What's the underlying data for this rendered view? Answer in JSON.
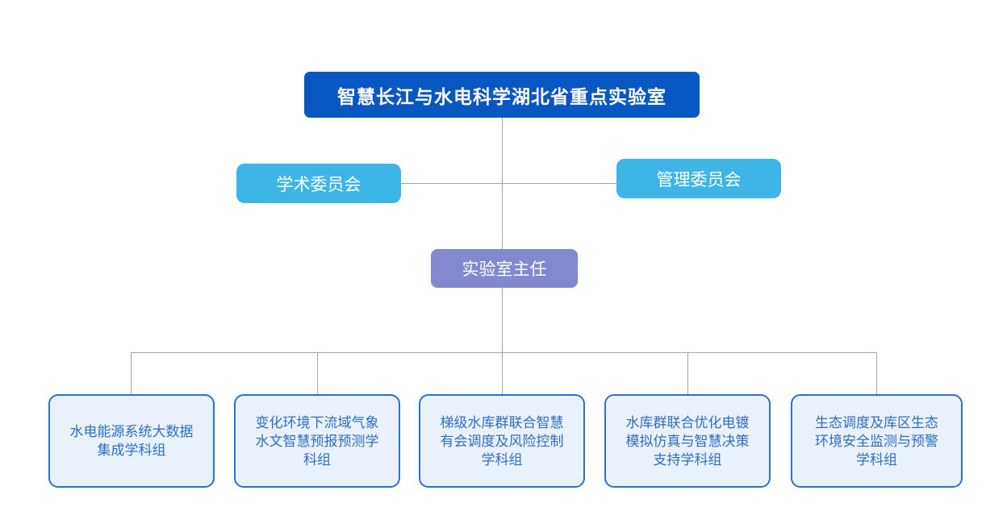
{
  "org_chart": {
    "root": {
      "label": "智慧长江与水电科学湖北省重点实验室"
    },
    "committees": [
      {
        "label": "学术委员会"
      },
      {
        "label": "管理委员会"
      }
    ],
    "director": {
      "label": "实验室主任"
    },
    "groups": [
      {
        "label": "水电能源系统大数据\n集成学科组"
      },
      {
        "label": "变化环境下流域气象\n水文智慧预报预测学\n科组"
      },
      {
        "label": "梯级水库群联合智慧\n有会调度及风险控制\n学科组"
      },
      {
        "label": "水库群联合优化电镀\n模拟仿真与智慧决策\n支持学科组"
      },
      {
        "label": "生态调度及库区生态\n环境安全监测与预警\n学科组"
      }
    ],
    "colors": {
      "root_bg": "#0857c2",
      "committee_bg": "#3eb5e7",
      "director_bg": "#8289ce",
      "group_bg": "#e9f2fc",
      "group_border": "#2e6fd0",
      "group_text": "#2e6fc4",
      "connector": "#a6a6a6",
      "node_text": "#ffffff",
      "background": "#ffffff"
    }
  }
}
